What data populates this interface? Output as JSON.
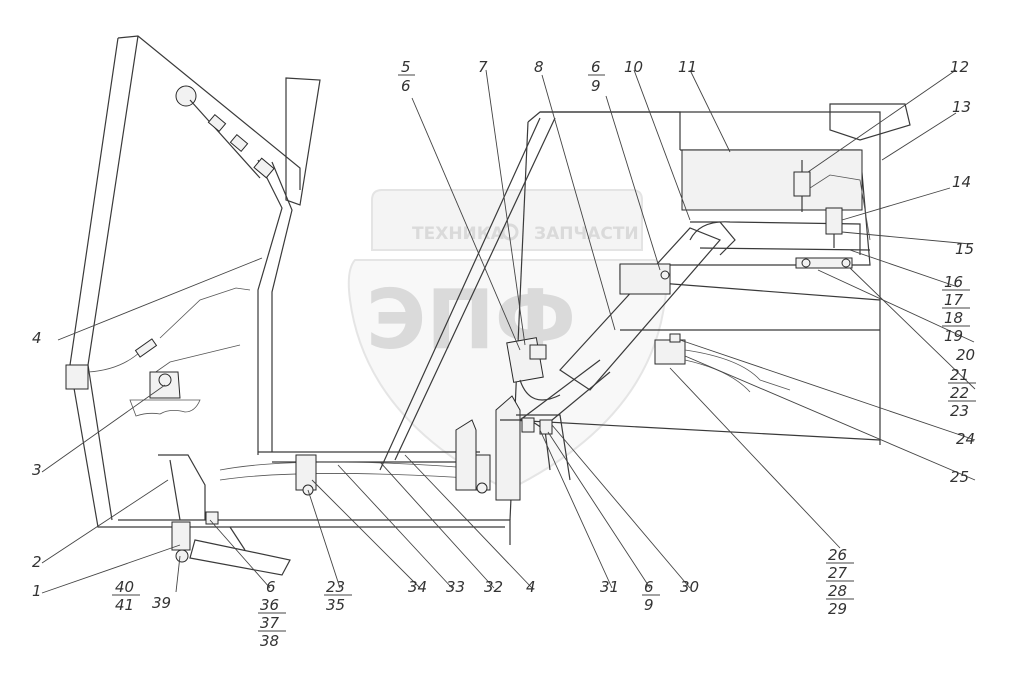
{
  "watermark": {
    "line1": "ТЕХНИКА",
    "line2": "ЗАПЧАСТИ",
    "logo": "ЭПФ"
  },
  "labels": [
    {
      "id": "l5",
      "text": "5"
    },
    {
      "id": "l6a",
      "text": "6"
    },
    {
      "id": "l7",
      "text": "7"
    },
    {
      "id": "l8",
      "text": "8"
    },
    {
      "id": "l6b",
      "text": "6"
    },
    {
      "id": "l9a",
      "text": "9"
    },
    {
      "id": "l10",
      "text": "10"
    },
    {
      "id": "l11",
      "text": "11"
    },
    {
      "id": "l12",
      "text": "12"
    },
    {
      "id": "l13",
      "text": "13"
    },
    {
      "id": "l14",
      "text": "14"
    },
    {
      "id": "l15",
      "text": "15"
    },
    {
      "id": "l16",
      "text": "16"
    },
    {
      "id": "l17",
      "text": "17"
    },
    {
      "id": "l18",
      "text": "18"
    },
    {
      "id": "l19",
      "text": "19"
    },
    {
      "id": "l20",
      "text": "20"
    },
    {
      "id": "l21",
      "text": "21"
    },
    {
      "id": "l22",
      "text": "22"
    },
    {
      "id": "l23a",
      "text": "23"
    },
    {
      "id": "l24",
      "text": "24"
    },
    {
      "id": "l25",
      "text": "25"
    },
    {
      "id": "l26",
      "text": "26"
    },
    {
      "id": "l27",
      "text": "27"
    },
    {
      "id": "l28",
      "text": "28"
    },
    {
      "id": "l29",
      "text": "29"
    },
    {
      "id": "l4a",
      "text": "4"
    },
    {
      "id": "l3",
      "text": "3"
    },
    {
      "id": "l2",
      "text": "2"
    },
    {
      "id": "l1",
      "text": "1"
    },
    {
      "id": "l40",
      "text": "40"
    },
    {
      "id": "l41",
      "text": "41"
    },
    {
      "id": "l39",
      "text": "39"
    },
    {
      "id": "l6c",
      "text": "6"
    },
    {
      "id": "l36",
      "text": "36"
    },
    {
      "id": "l37",
      "text": "37"
    },
    {
      "id": "l38",
      "text": "38"
    },
    {
      "id": "l23b",
      "text": "23"
    },
    {
      "id": "l35",
      "text": "35"
    },
    {
      "id": "l34",
      "text": "34"
    },
    {
      "id": "l33",
      "text": "33"
    },
    {
      "id": "l32",
      "text": "32"
    },
    {
      "id": "l4b",
      "text": "4"
    },
    {
      "id": "l31",
      "text": "31"
    },
    {
      "id": "l6d",
      "text": "6"
    },
    {
      "id": "l9b",
      "text": "9"
    },
    {
      "id": "l30",
      "text": "30"
    }
  ]
}
